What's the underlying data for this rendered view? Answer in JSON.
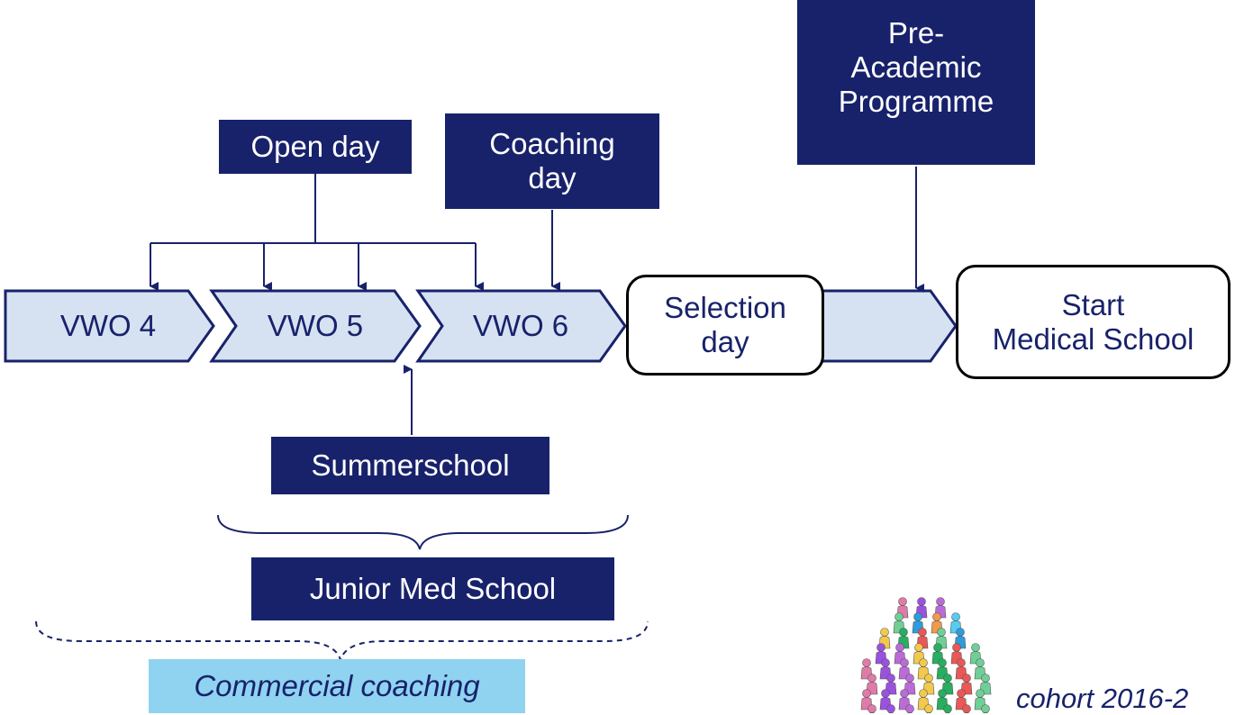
{
  "diagram": {
    "stages": {
      "vwo4": "VWO 4",
      "vwo5": "VWO 5",
      "vwo6": "VWO 6",
      "selection_line1": "Selection",
      "selection_line2": "day",
      "start_line1": "Start",
      "start_line2": "Medical School"
    },
    "events": {
      "open_day": "Open day",
      "coaching_line1": "Coaching",
      "coaching_line2": "day",
      "pre_line1": "Pre-",
      "pre_line2": "Academic",
      "pre_line3": "Programme",
      "summerschool": "Summerschool"
    },
    "programmes": {
      "junior": "Junior Med School",
      "commercial": "Commercial coaching"
    },
    "cohort": "cohort 2016-2",
    "colors": {
      "navy": "#18226b",
      "chevron_fill": "#d6e2f2",
      "commercial_fill": "#8fd3f0"
    }
  }
}
